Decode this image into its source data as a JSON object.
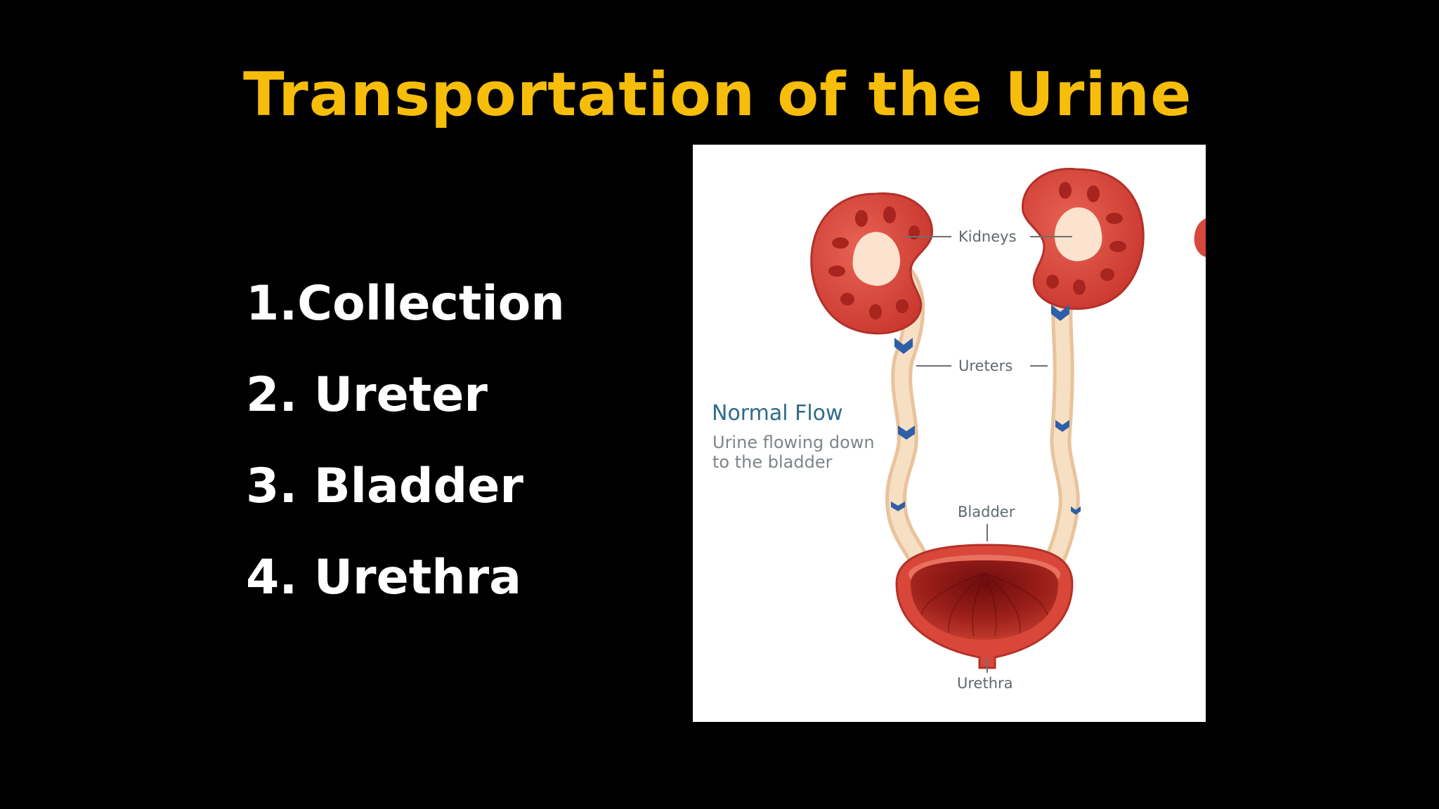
{
  "slide": {
    "title": "Transportation of the Urine",
    "steps": [
      {
        "label": "1.Collection"
      },
      {
        "label": "2. Ureter"
      },
      {
        "label": "3. Bladder"
      },
      {
        "label": "4. Urethra"
      }
    ]
  },
  "figure": {
    "labels": {
      "kidneys": "Kidneys",
      "ureters": "Ureters",
      "bladder": "Bladder",
      "urethra": "Urethra"
    },
    "flow": {
      "title": "Normal Flow",
      "line1": "Urine flowing down",
      "line2": "to the bladder"
    }
  },
  "colors": {
    "background": "#000000",
    "title": "#f6bd0a",
    "text": "#ffffff",
    "kidney": "#d8473b",
    "ureter": "#f5d9b8",
    "flow_arrow": "#2e5fa8",
    "flow_title": "#2f6b8a"
  }
}
